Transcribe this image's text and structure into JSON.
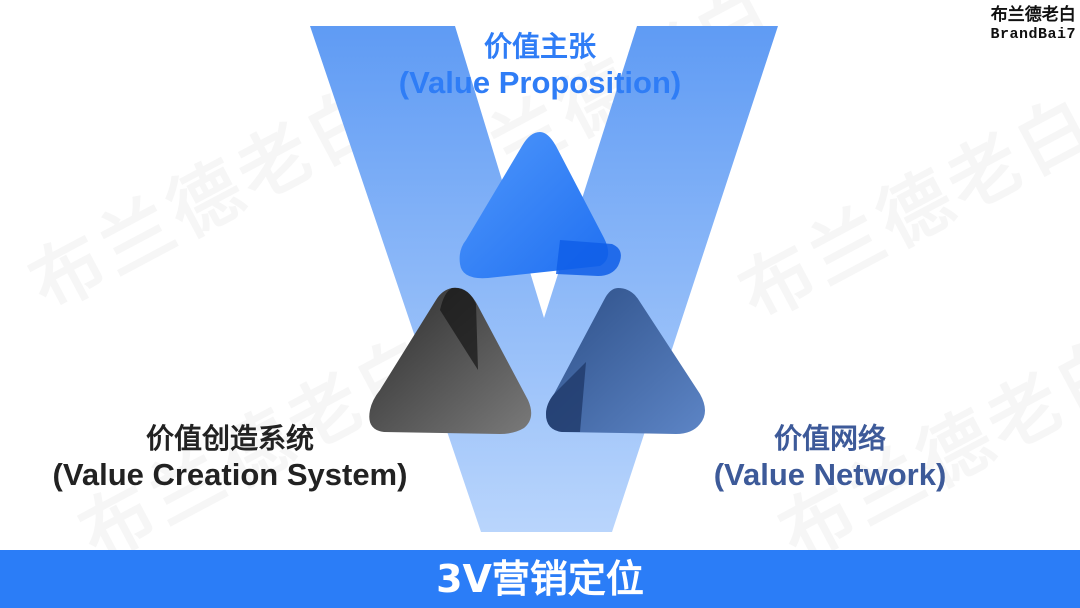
{
  "diagram": {
    "top": {
      "cn": "价值主张",
      "en": "(Value Proposition)"
    },
    "left": {
      "cn": "价值创造系统",
      "en": "(Value Creation System)"
    },
    "right": {
      "cn": "价值网络",
      "en": "(Value Network)"
    }
  },
  "brand": {
    "line1": "布兰德老白",
    "line2": "BrandBai7"
  },
  "watermark": "布兰德老白",
  "footer": {
    "title": "3V营销定位"
  },
  "colors": {
    "accent_blue": "#2b7df7",
    "v_shape_top": "#6aa2f5",
    "v_shape_bottom": "#b6d2fb",
    "left_triangle": "#444444",
    "right_triangle": "#3f659f"
  }
}
